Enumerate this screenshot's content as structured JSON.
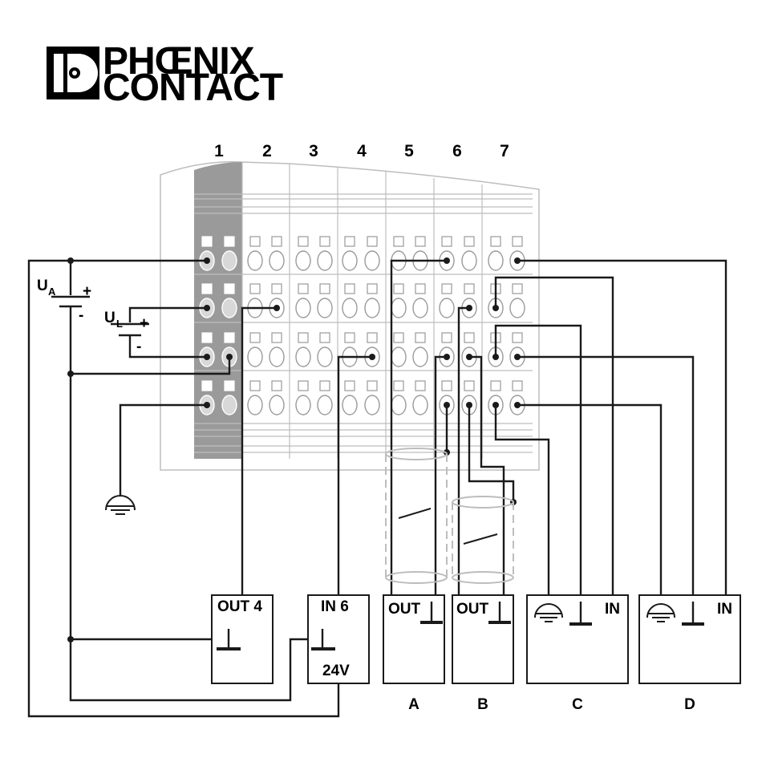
{
  "logo": {
    "line1": "PHŒNIX",
    "line2": "CONTACT"
  },
  "columns": [
    "1",
    "2",
    "3",
    "4",
    "5",
    "6",
    "7"
  ],
  "supplies": {
    "ua_main": "U",
    "ua_sub": "A",
    "ul_main": "U",
    "ul_sub": "L",
    "plus": "+",
    "minus": "-"
  },
  "devices": {
    "out4": "OUT 4",
    "in6": "IN 6",
    "in6_voltage": "24V",
    "a_label": "OUT",
    "b_label": "OUT",
    "c_label": "IN",
    "d_label": "IN"
  },
  "device_letters": [
    "A",
    "B",
    "C",
    "D"
  ],
  "colors": {
    "module_shade": "#9a9a9a",
    "wire": "#1a1a1a",
    "module_outline": "#bdbdbd"
  }
}
